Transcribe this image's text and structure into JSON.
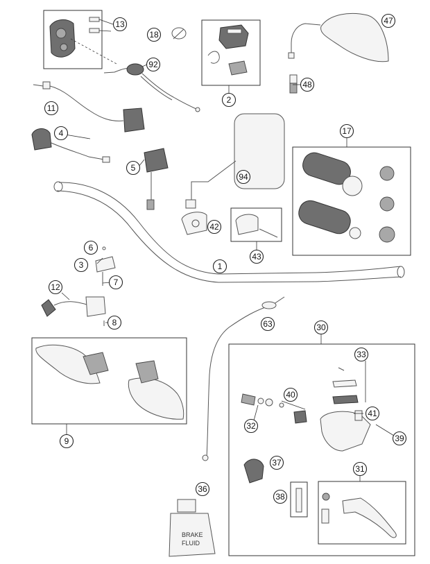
{
  "callouts": [
    {
      "id": "c13",
      "label": "13"
    },
    {
      "id": "c18",
      "label": "18"
    },
    {
      "id": "c92",
      "label": "92"
    },
    {
      "id": "c2",
      "label": "2"
    },
    {
      "id": "c47",
      "label": "47"
    },
    {
      "id": "c48",
      "label": "48"
    },
    {
      "id": "c11",
      "label": "11"
    },
    {
      "id": "c4",
      "label": "4"
    },
    {
      "id": "c17",
      "label": "17"
    },
    {
      "id": "c5",
      "label": "5"
    },
    {
      "id": "c94",
      "label": "94"
    },
    {
      "id": "c42",
      "label": "42"
    },
    {
      "id": "c43",
      "label": "43"
    },
    {
      "id": "c6",
      "label": "6"
    },
    {
      "id": "c3",
      "label": "3"
    },
    {
      "id": "c7",
      "label": "7"
    },
    {
      "id": "c1",
      "label": "1"
    },
    {
      "id": "c12",
      "label": "12"
    },
    {
      "id": "c8",
      "label": "8"
    },
    {
      "id": "c63",
      "label": "63"
    },
    {
      "id": "c30",
      "label": "30"
    },
    {
      "id": "c33",
      "label": "33"
    },
    {
      "id": "c40",
      "label": "40"
    },
    {
      "id": "c41",
      "label": "41"
    },
    {
      "id": "c32",
      "label": "32"
    },
    {
      "id": "c39",
      "label": "39"
    },
    {
      "id": "c9",
      "label": "9"
    },
    {
      "id": "c37",
      "label": "37"
    },
    {
      "id": "c31",
      "label": "31"
    },
    {
      "id": "c36",
      "label": "36"
    },
    {
      "id": "c38",
      "label": "38"
    }
  ],
  "fluid_bottle": {
    "line1": "BRAKE",
    "line2": "FLUID"
  }
}
